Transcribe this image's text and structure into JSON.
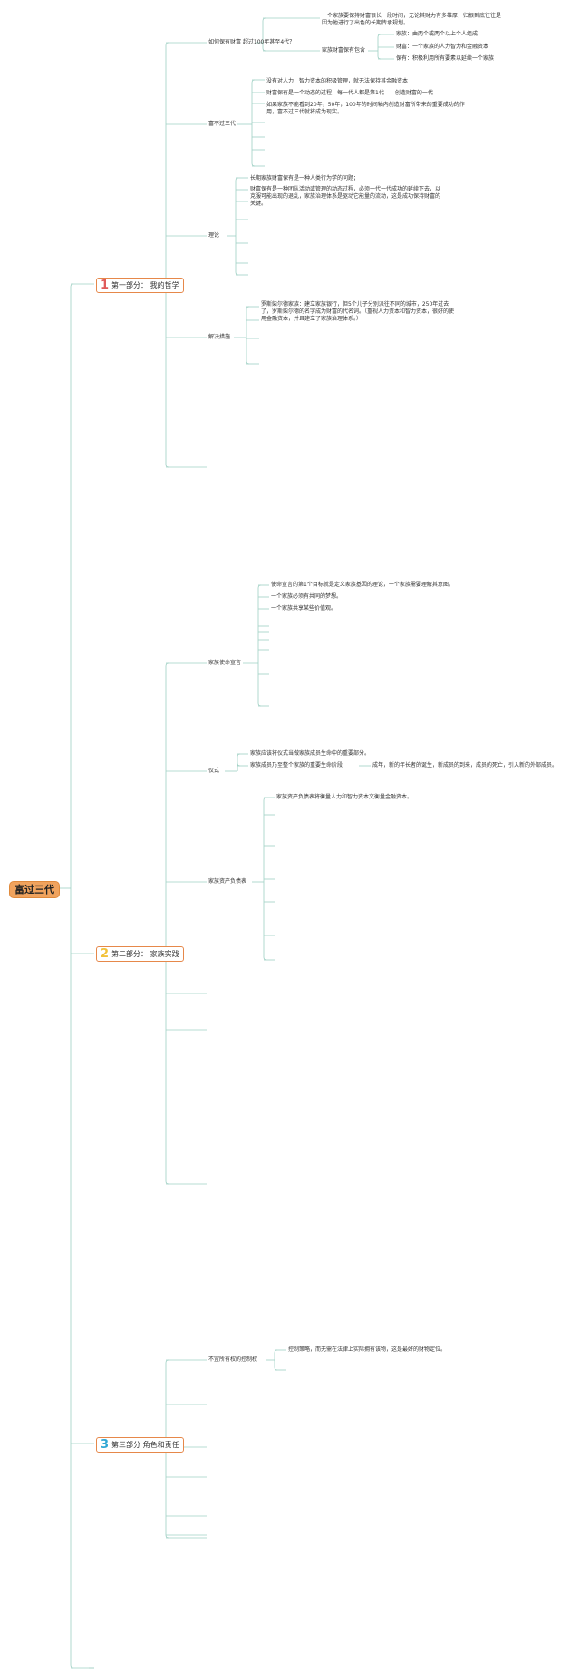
{
  "root": {
    "label": "富过三代"
  },
  "colors": {
    "root_fill": "#f0a35e",
    "branch_border": "#e6884a",
    "line": "#9fd0c4",
    "num1": "#e05a5a",
    "num2": "#f2c23a",
    "num3": "#2fa7d4"
  },
  "part1": {
    "num": "1",
    "label": "第一部分： 我的哲学",
    "q1": {
      "label": "如何保有财富 超过100年甚至4代？",
      "c1": "一个家族要保持财富很长一段时间，无论其财力有多雄厚，归根到底往往是因为他进行了出色的长期传承规划。",
      "c2": {
        "label": "家族财富保有包含",
        "items": [
          "家族：由两个或两个以上个人组成",
          "财富：一个家族的人力智力和金融资本",
          "保有：积极利用所有要素以延续一个家族"
        ]
      }
    },
    "q2": {
      "label": "富不过三代",
      "items": [
        "没有对人力，智力资本的积极管理，就无法保持其金融资本",
        "财富保有是一个动态的过程，每一代人都是第1代——创造财富的一代",
        "如果家族不能看到20年，50年，100年的时间轴内创造财富所带来的重要成功的作用，富不过三代就将成为现实。"
      ]
    },
    "q3": {
      "label": "理论",
      "items": [
        "长期家族财富保有是一种人类行为学的问题；",
        "财富保有是一种团队活动或管理的动态过程，必须一代一代成功的延续下去，以克服可能出现的退乱，家族治理体系是驱动它能量的流动，这是成功保持财富的关键。"
      ]
    },
    "q4": {
      "label": "解决措施",
      "items": [
        "罗斯柴尔德家族：建立家族银行，但5个儿子分别派往不同的城市，250年过去了，罗斯柴尔德的名字成为财富的代名词。（重视人力资本和智力资本，很好的使用金融资本，并且建立了家族治理体系。）"
      ]
    }
  },
  "part2": {
    "num": "2",
    "label": "第二部分： 家族实践",
    "s1": {
      "label": "家族使命宣言",
      "items": [
        "使命宣言的第1个目标就是定义家族基因的理论，一个家族需要理解其意图。",
        "一个家族必须有共同的梦想。",
        "一个家族共享某些价值观。"
      ]
    },
    "s2": {
      "label": "仪式",
      "items": [
        "家族应该将仪式当做家族成员生命中的重要部分。",
        "家族成员乃至整个家族的重要生命阶段"
      ],
      "sub": "成年，新的年长者的诞生，新成员的到来，成员的死亡，引入新的外部成员。"
    },
    "s3": {
      "label": "家族资产负债表",
      "items": [
        "家族资产负债表将衡量人力和智力资本文衡量金融资本。"
      ]
    }
  },
  "part3": {
    "num": "3",
    "label": "第三部分 角色和责任",
    "s1": {
      "label": "不宜所有权的控制权",
      "items": [
        "控制策略，而无需在法律上实际拥有该物，这是最好的财物定位。"
      ]
    }
  }
}
